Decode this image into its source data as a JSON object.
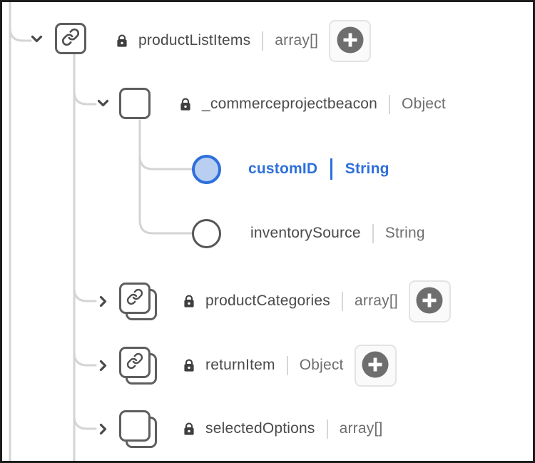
{
  "palette": {
    "accent_blue": "#2e6fdb",
    "accent_blue_fill": "#b9cff1",
    "connector_gray": "#d4d4d4",
    "node_border_gray": "#5e5e5e",
    "name_text": "#4a4a4a",
    "type_text": "#6e6e6e",
    "lock_icon": "#3f3f3f",
    "plus_circle": "#6e6e6e",
    "plus_button_bg": "#fafafa"
  },
  "tree": {
    "rows": [
      {
        "name": "productListItems",
        "type": "array[]",
        "node_icon": "link-single-box",
        "state": "expanded",
        "locked": true,
        "add_button": true,
        "highlighted": false
      },
      {
        "name": "_commerceprojectbeacon",
        "type": "Object",
        "node_icon": "plain-single-box",
        "state": "expanded",
        "locked": true,
        "add_button": false,
        "highlighted": false
      },
      {
        "name": "customID",
        "type": "String",
        "node_icon": "circle-selected",
        "state": "leaf",
        "locked": false,
        "add_button": false,
        "highlighted": true
      },
      {
        "name": "inventorySource",
        "type": "String",
        "node_icon": "circle",
        "state": "leaf",
        "locked": false,
        "add_button": false,
        "highlighted": false
      },
      {
        "name": "productCategories",
        "type": "array[]",
        "node_icon": "link-stacked-box",
        "state": "collapsed",
        "locked": true,
        "add_button": true,
        "highlighted": false
      },
      {
        "name": "returnItem",
        "type": "Object",
        "node_icon": "link-stacked-box",
        "state": "collapsed",
        "locked": true,
        "add_button": true,
        "highlighted": false
      },
      {
        "name": "selectedOptions",
        "type": "array[]",
        "node_icon": "plain-stacked-box",
        "state": "collapsed",
        "locked": true,
        "add_button": false,
        "highlighted": false
      }
    ]
  }
}
